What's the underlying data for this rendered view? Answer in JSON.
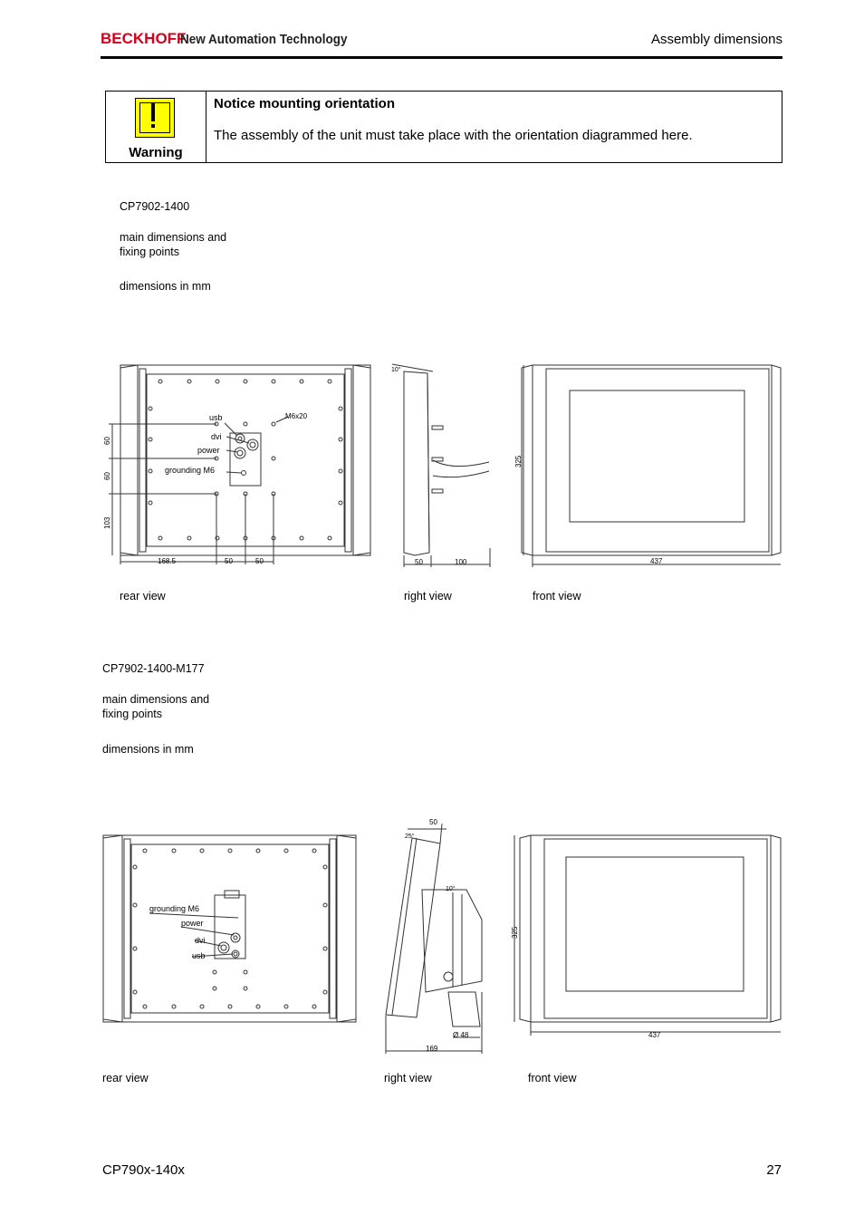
{
  "header": {
    "brand": "BECKHOFF",
    "tagline": "New Automation Technology",
    "section": "Assembly dimensions"
  },
  "warning": {
    "label": "Warning",
    "title": "Notice mounting orientation",
    "text": "The assembly of the unit must take place with the orientation diagrammed here.",
    "icon": "exclamation-warning-icon",
    "icon_color": "#ffff00"
  },
  "drawing1": {
    "model": "CP7902-1400",
    "subtitle_line1": "main dimensions and",
    "subtitle_line2": "fixing points",
    "units": "dimensions in mm",
    "rear_caption": "rear view",
    "right_caption": "right view",
    "front_caption": "front view",
    "labels": {
      "usb": "usb",
      "dvi": "dvi",
      "power": "power",
      "grounding": "grounding M6",
      "m6x20": "M6x20",
      "d60a": "60",
      "d60b": "60",
      "d103": "103",
      "d168": "168.5",
      "d50a": "50",
      "d50b": "50",
      "angle": "10°",
      "r50": "50",
      "r100": "100",
      "h325": "325",
      "w437": "437"
    }
  },
  "drawing2": {
    "model": "CP7902-1400-M177",
    "subtitle_line1": "main dimensions and",
    "subtitle_line2": "fixing points",
    "units": "dimensions in mm",
    "rear_caption": "rear view",
    "right_caption": "right view",
    "front_caption": "front view",
    "labels": {
      "grounding": "grounding M6",
      "power": "power",
      "dvi": "dvi",
      "usb": "usb",
      "top50": "50",
      "a25": "25°",
      "a10": "10°",
      "dia48": "Ø 48",
      "d169": "169",
      "h325": "325",
      "w437": "437"
    }
  },
  "footer": {
    "doc": "CP790x-140x",
    "page": "27"
  }
}
